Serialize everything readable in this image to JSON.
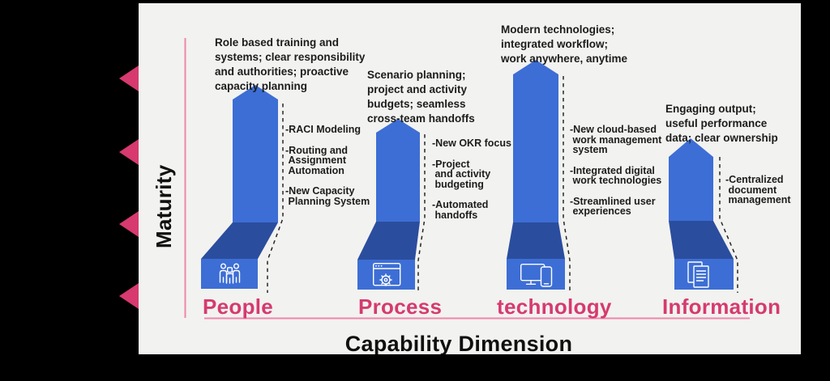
{
  "y_axis_label": "Maturity",
  "x_axis_label": "Capability Dimension",
  "colors": {
    "frame": "#000000",
    "bg": "#f2f2f0",
    "blue": "#3d6ed5",
    "dark-blue": "#2b4d9e",
    "pink": "#d63a6e",
    "axis": "#ef87ad",
    "text": "#1c1c1c",
    "icon": "#ffffff"
  },
  "columns": [
    {
      "label": "People",
      "icon": "people-icon",
      "heading": "Role based training and\nsystems; clear responsibility\nand authorities; proactive\ncapacity planning",
      "bullets": [
        "-RACI Modeling",
        "-Routing and\n Assignment\n Automation",
        "-New Capacity\n Planning System"
      ]
    },
    {
      "label": "Process",
      "icon": "process-gear-icon",
      "heading": "Scenario planning;\nproject and activity\nbudgets; seamless\ncross-team handoffs",
      "bullets": [
        "-New OKR focus",
        "-Project\n and activity\n budgeting",
        "-Automated\n handoffs"
      ]
    },
    {
      "label": "technology",
      "icon": "devices-icon",
      "heading": "Modern technologies;\nintegrated workflow;\nwork anywhere, anytime",
      "bullets": [
        "-New cloud-based\n work management\n system",
        "-Integrated digital\n work technologies",
        "-Streamlined user\n experiences"
      ]
    },
    {
      "label": "Information",
      "icon": "documents-icon",
      "heading": "Engaging output;\nuseful performance\ndata; clear ownership",
      "bullets": [
        "-Centralized\n document\n management"
      ]
    }
  ]
}
